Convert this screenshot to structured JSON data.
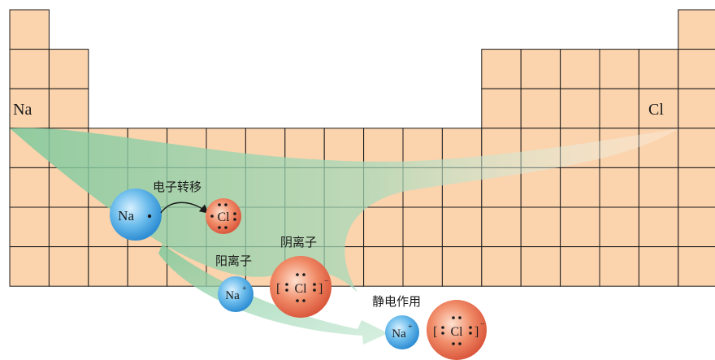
{
  "elements": {
    "left_label": "Na",
    "right_label": "Cl"
  },
  "labels": {
    "electron_transfer": "电子转移",
    "cation": "阳离子",
    "anion": "阴离子",
    "electrostatic": "静电作用"
  },
  "atoms": {
    "sodium": "Na",
    "chlorine": "Cl"
  },
  "ions": {
    "cation_symbol": "Na",
    "cation_charge": "+",
    "anion_symbol": "Cl",
    "anion_charge": "−",
    "bracket_open": "[",
    "bracket_close": "]"
  },
  "colors": {
    "cell_fill": "#fbd3ad",
    "cell_stroke": "#1a1a1a",
    "sodium_blue": "#4fa8e0",
    "chlorine_red": "#e8704c",
    "flow_green": "#8fd0a8"
  }
}
